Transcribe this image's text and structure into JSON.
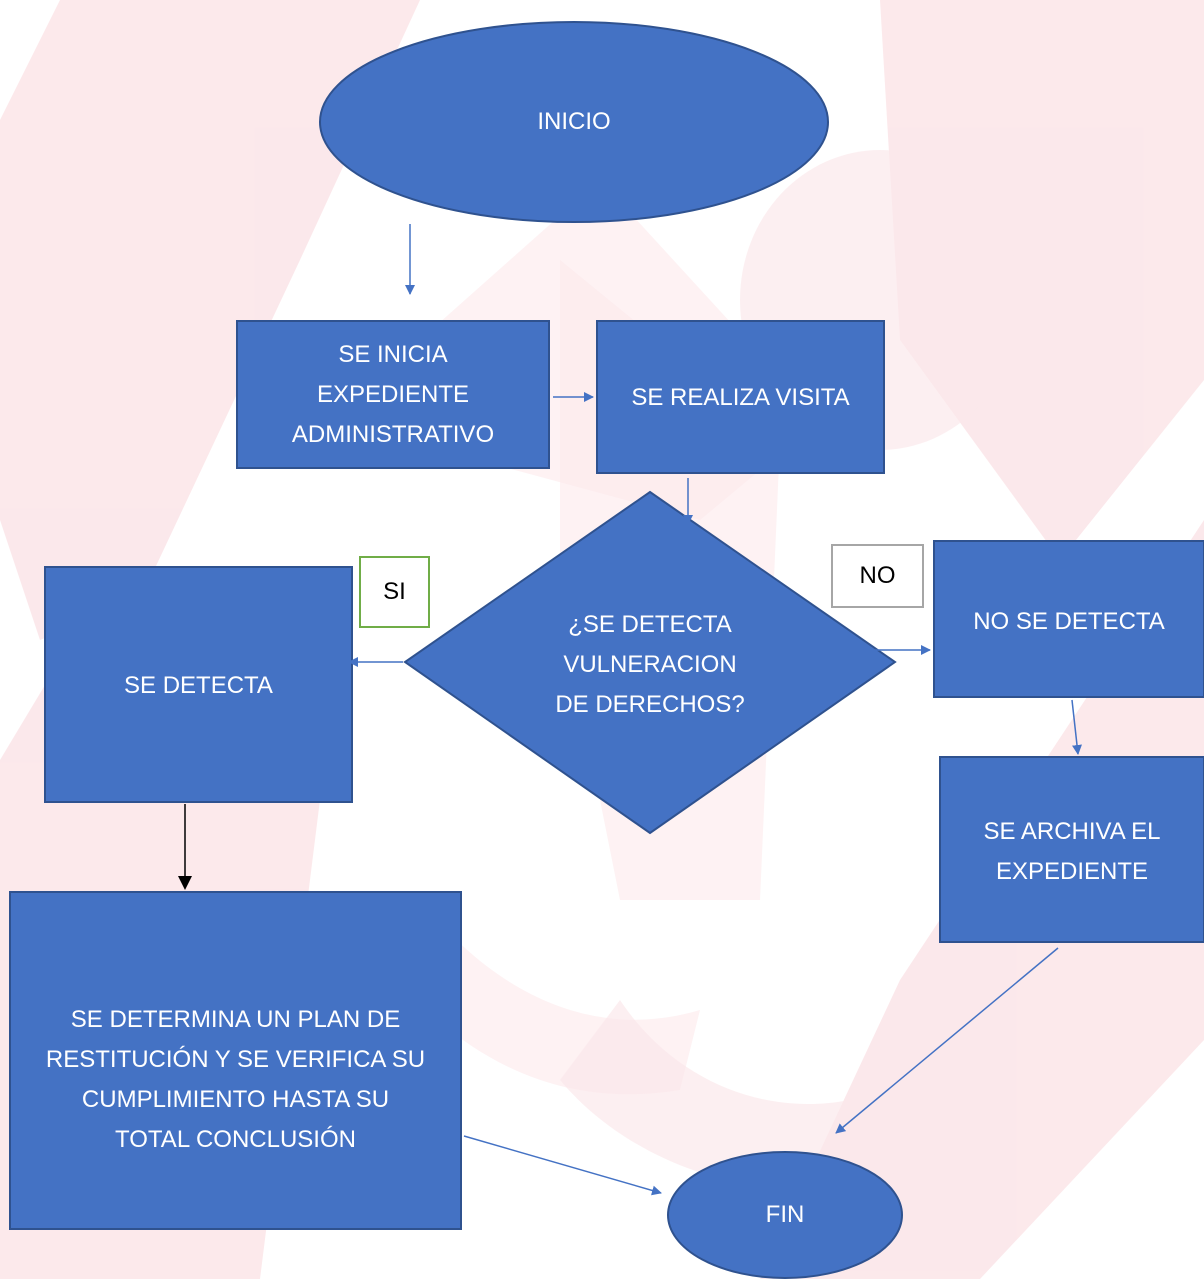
{
  "colors": {
    "fill": "#4472c4",
    "stroke": "#2f528f",
    "text": "#ffffff",
    "watermark": "#fbe5e8",
    "si_border": "#70ad47",
    "no_border": "#a6a6a6",
    "black_arrow": "#000000"
  },
  "nodes": {
    "inicio": "INICIO",
    "expediente_line1": "SE INICIA",
    "expediente_line2": "EXPEDIENTE",
    "expediente_line3": "ADMINISTRATIVO",
    "visita": "SE REALIZA VISITA",
    "decision_line1": "¿SE DETECTA",
    "decision_line2": "VULNERACION",
    "decision_line3": "DE DERECHOS?",
    "se_detecta": "SE DETECTA",
    "no_se_detecta": "NO SE DETECTA",
    "archiva_line1": "SE ARCHIVA EL",
    "archiva_line2": "EXPEDIENTE",
    "plan_line1": "SE DETERMINA UN PLAN DE",
    "plan_line2": "RESTITUCIÓN Y SE VERIFICA SU",
    "plan_line3": "CUMPLIMIENTO HASTA SU",
    "plan_line4": "TOTAL CONCLUSIÓN",
    "fin": "FIN"
  },
  "branch_labels": {
    "si": "SI",
    "no": "NO"
  }
}
